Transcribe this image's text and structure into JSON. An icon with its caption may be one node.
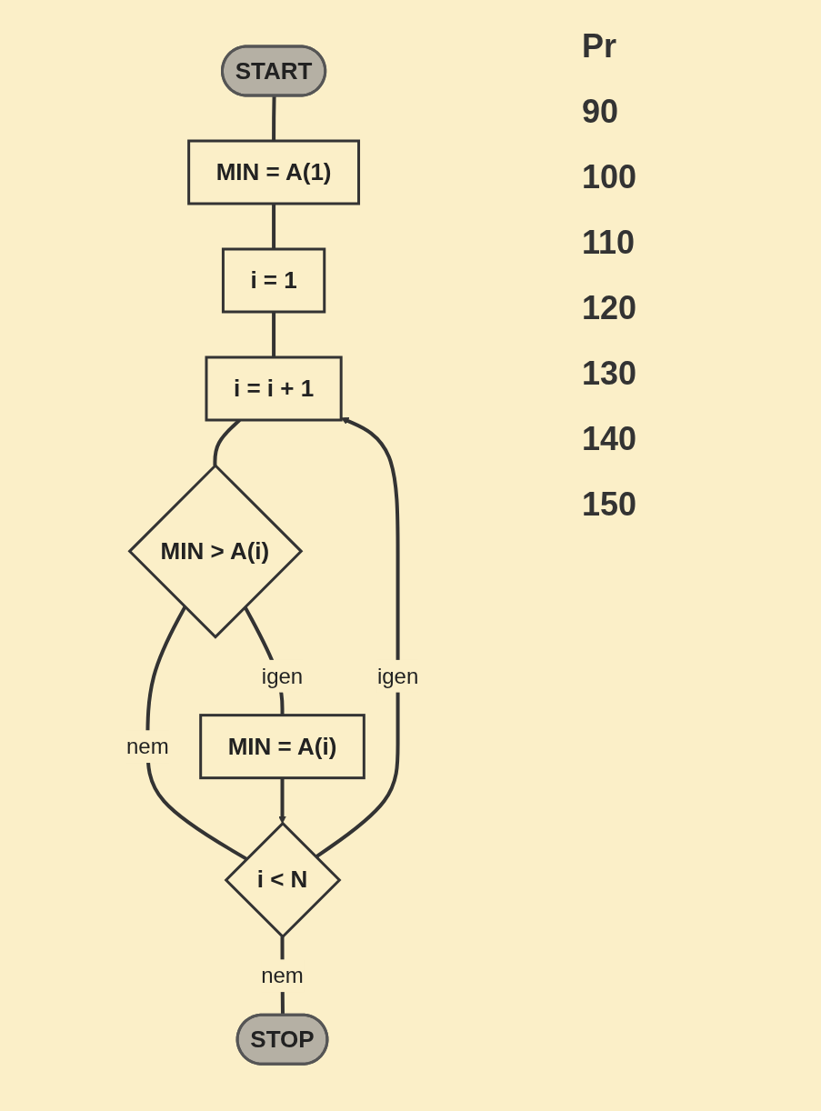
{
  "diagram": {
    "nodes": [
      {
        "text": [
          "START"
        ]
      },
      {
        "text": [
          "MIN = A(1)"
        ]
      },
      {
        "text": [
          "i = 1"
        ]
      },
      {
        "text": [
          "i = i + 1"
        ]
      },
      {
        "text": [
          "MIN > A(i)"
        ]
      },
      {
        "text": [
          "MIN = A(i)"
        ]
      },
      {
        "text": [
          "i < N"
        ]
      },
      {
        "text": [
          "STOP"
        ]
      }
    ],
    "edges": [
      {
        "from": 0,
        "to": 1,
        "arrow": "none"
      },
      {
        "from": 1,
        "to": 2,
        "arrow": "none"
      },
      {
        "from": 2,
        "to": 3,
        "arrow": "none"
      },
      {
        "from": 3,
        "to": 4,
        "arrow": "none"
      },
      {
        "from": 4,
        "to": 5,
        "arrow": "none",
        "label": "igen"
      },
      {
        "from": 4,
        "to": 6,
        "arrow": "none",
        "label": "nem"
      },
      {
        "from": 5,
        "to": 6,
        "arrow": "to"
      },
      {
        "from": 6,
        "to": 3,
        "arrow": "to",
        "label": "igen"
      },
      {
        "from": 6,
        "to": 7,
        "arrow": "none",
        "label": "nem"
      }
    ],
    "labels": [
      "Pr",
      "90",
      "100",
      "110",
      "120",
      "130",
      "140",
      "150"
    ]
  }
}
